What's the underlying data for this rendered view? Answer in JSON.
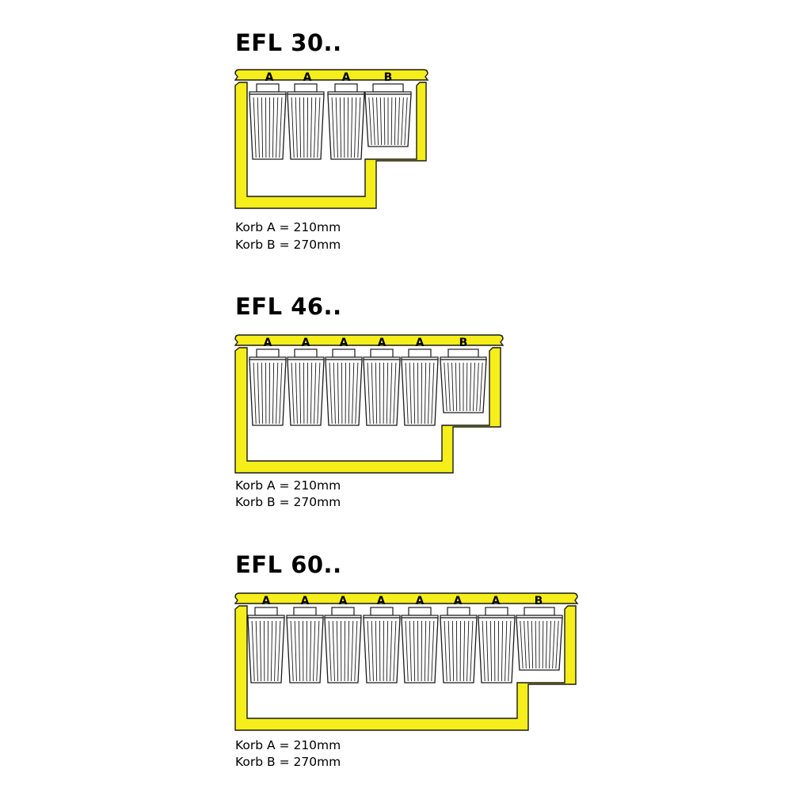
{
  "colors": {
    "yellow": "#f5ee1a",
    "stroke": "#1a1a1a",
    "background": "#ffffff"
  },
  "sections": [
    {
      "title": "EFL 30..",
      "baskets": [
        "A",
        "A",
        "A",
        "B"
      ],
      "legend": [
        "Korb A = 210mm",
        "Korb B = 270mm"
      ]
    },
    {
      "title": "EFL 46..",
      "baskets": [
        "A",
        "A",
        "A",
        "A",
        "A",
        "B"
      ],
      "legend": [
        "Korb A = 210mm",
        "Korb B = 270mm"
      ]
    },
    {
      "title": "EFL 60..",
      "baskets": [
        "A",
        "A",
        "A",
        "A",
        "A",
        "A",
        "A",
        "B"
      ],
      "legend": [
        "Korb A = 210mm",
        "Korb B = 270mm"
      ]
    }
  ]
}
